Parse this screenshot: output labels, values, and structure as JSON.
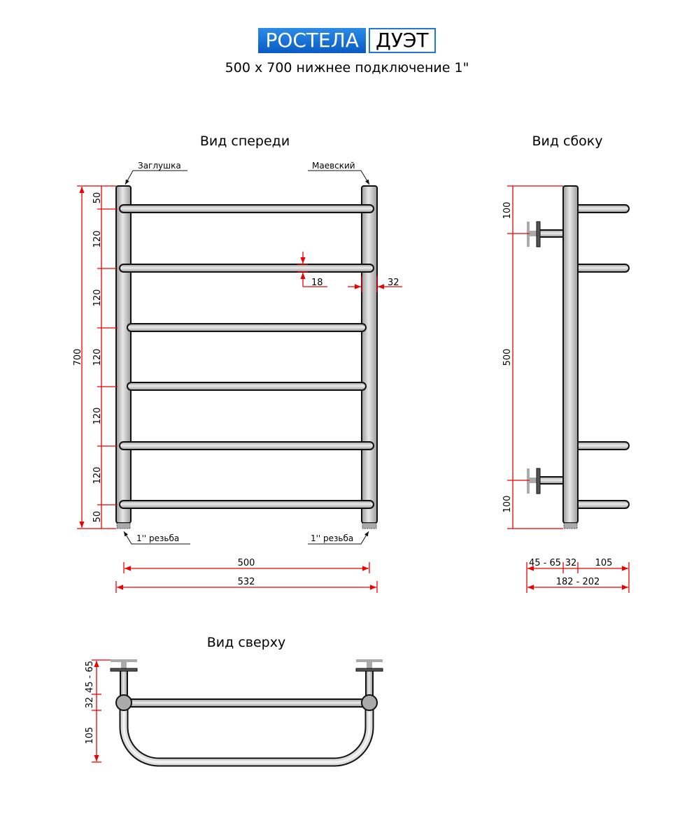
{
  "header": {
    "brand": "РОСТЕЛА",
    "model": "ДУЭТ",
    "subtitle": "500 x 700 нижнее подключение 1\""
  },
  "front_view": {
    "title": "Вид спереди",
    "label_plug": "Заглушка",
    "label_valve": "Маевский",
    "label_thread_left": "1'' резьба",
    "label_thread_right": "1'' резьба",
    "dim_total_height": "700",
    "dim_segments": [
      "50",
      "120",
      "120",
      "120",
      "120",
      "120",
      "50"
    ],
    "dim_rail_diameter": "18",
    "dim_tube_diameter": "32",
    "dim_center_width": "500",
    "dim_total_width": "532"
  },
  "side_view": {
    "title": "Вид сбоку",
    "dim_segments": [
      "100",
      "500",
      "100"
    ],
    "dim_wall": "45 - 65",
    "dim_tube": "32",
    "dim_rail": "105",
    "dim_total_depth": "182 - 202"
  },
  "top_view": {
    "title": "Вид сверху",
    "dim_wall": "45 - 65",
    "dim_tube": "32",
    "dim_rail": "105"
  }
}
